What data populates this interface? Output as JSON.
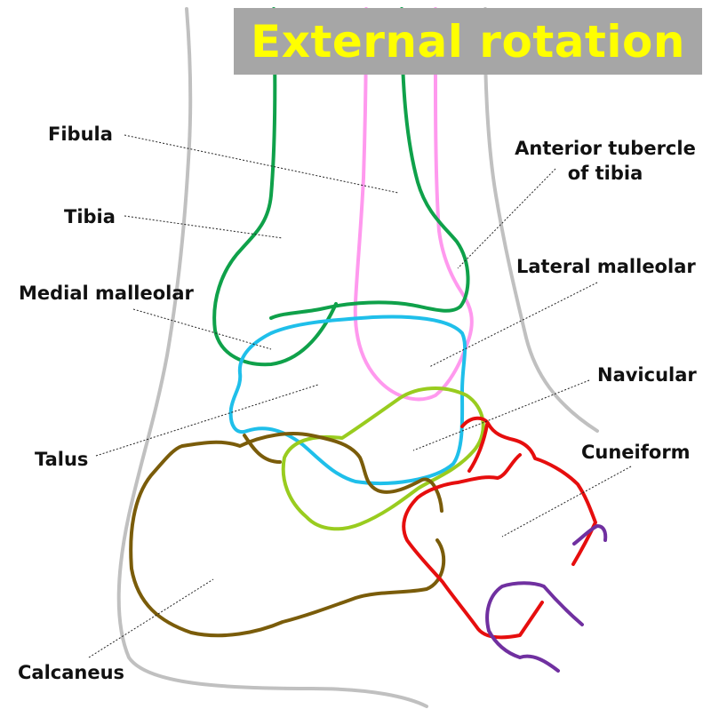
{
  "title": "External rotation",
  "colors": {
    "title_text": "#ffff00",
    "title_bg": "#a6a6a6",
    "outline": "#c0c0c0",
    "fibula_tibia": "#0fa14a",
    "anterior_tibia": "#ff99ee",
    "talus": "#1fbfea",
    "navicular": "#99cc1f",
    "calcaneus": "#7a5c0a",
    "cuneiform": "#e60e0e",
    "metatarsal": "#7030a0",
    "leader": "#222222"
  },
  "labels": {
    "fibula": "Fibula",
    "tibia": "Tibia",
    "medial_malleolar": "Medial malleolar",
    "talus": "Talus",
    "calcaneus": "Calcaneus",
    "anterior_tubercle": "Anterior tubercle\nof tibia",
    "lateral_malleolar": "Lateral malleolar",
    "navicular": "Navicular",
    "cuneiform": "Cuneiform"
  }
}
